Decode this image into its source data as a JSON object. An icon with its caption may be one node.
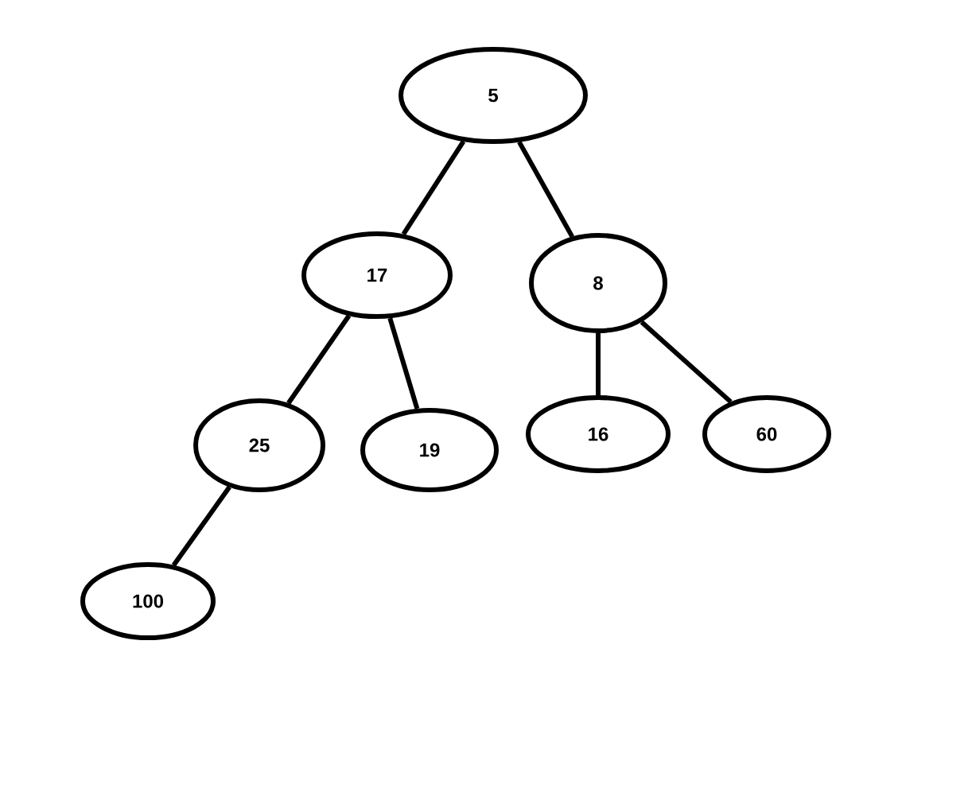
{
  "diagram": {
    "nodes": [
      {
        "text": [
          "5"
        ]
      },
      {
        "text": [
          "17"
        ]
      },
      {
        "text": [
          "8"
        ]
      },
      {
        "text": [
          "25"
        ]
      },
      {
        "text": [
          "19"
        ]
      },
      {
        "text": [
          "16"
        ]
      },
      {
        "text": [
          "60"
        ]
      },
      {
        "text": [
          "100"
        ]
      }
    ],
    "edges": [
      {
        "from": 0,
        "to": 1,
        "arrow": "none"
      },
      {
        "from": 0,
        "to": 2,
        "arrow": "none"
      },
      {
        "from": 1,
        "to": 3,
        "arrow": "none"
      },
      {
        "from": 1,
        "to": 4,
        "arrow": "none"
      },
      {
        "from": 2,
        "to": 5,
        "arrow": "none"
      },
      {
        "from": 2,
        "to": 6,
        "arrow": "none"
      },
      {
        "from": 3,
        "to": 7,
        "arrow": "none"
      }
    ]
  }
}
